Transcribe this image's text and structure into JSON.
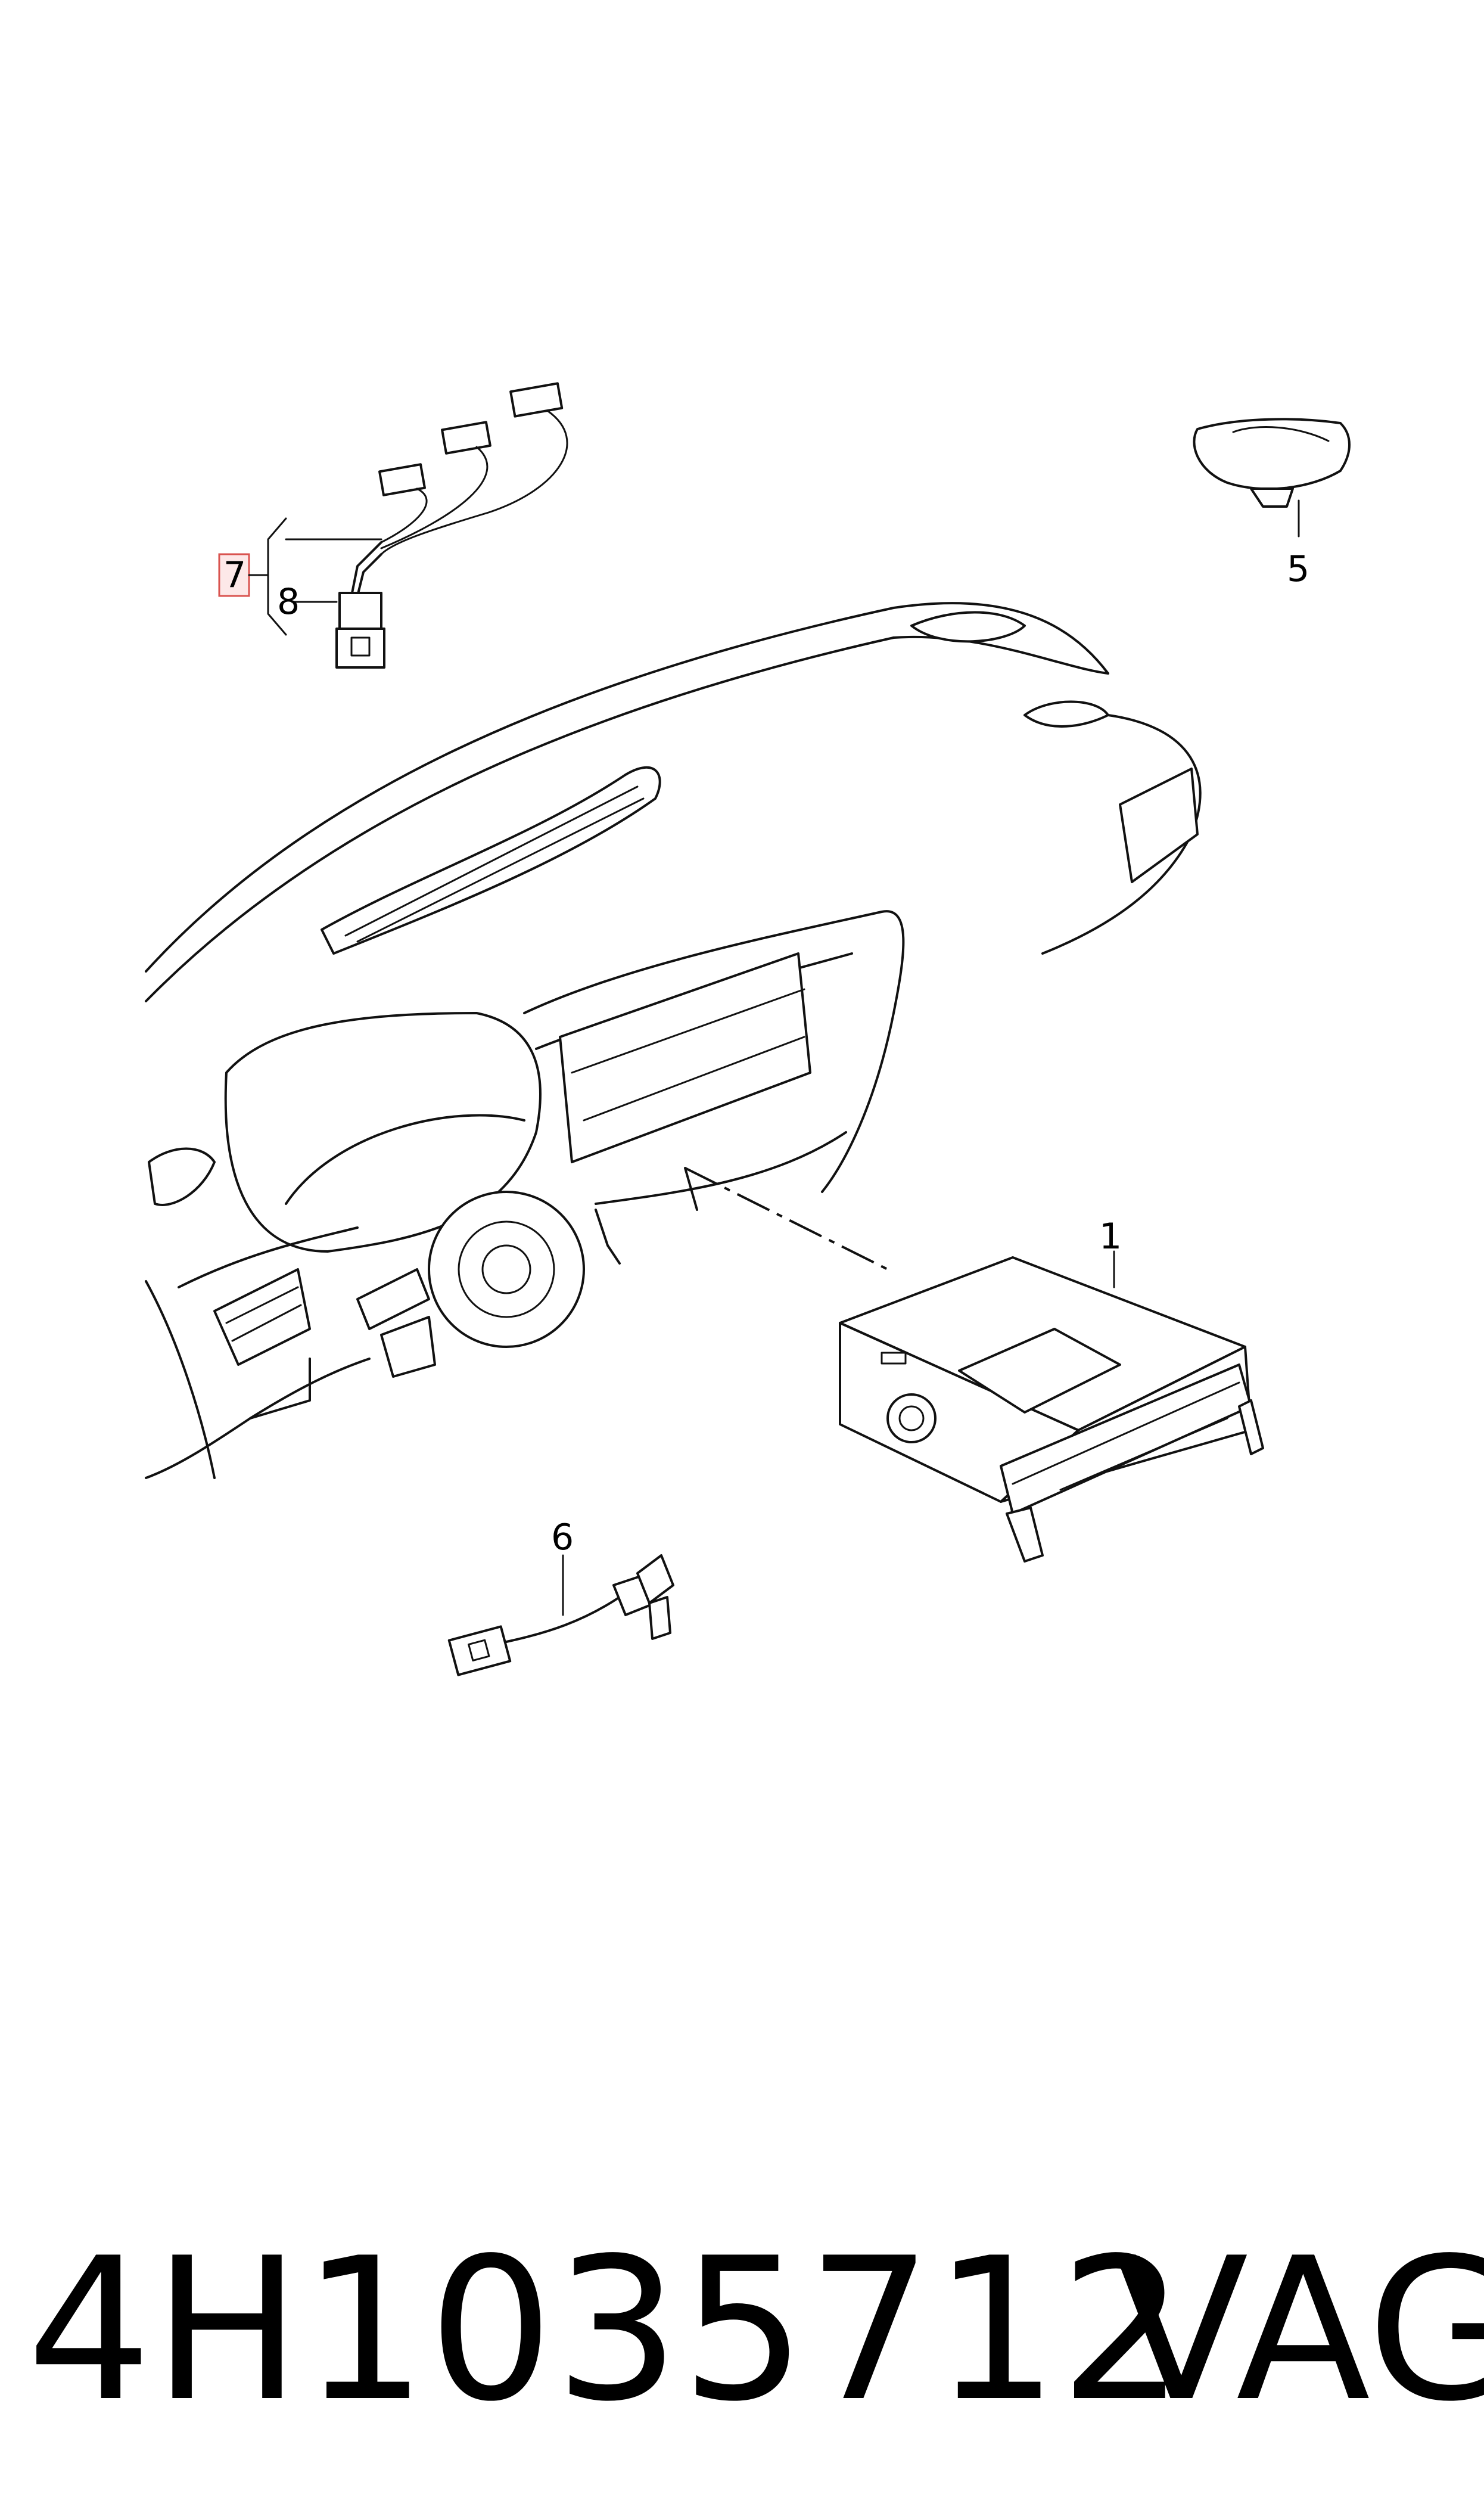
{
  "callouts": {
    "c1": "1",
    "c5": "5",
    "c6": "6",
    "c7": "7",
    "c8": "8"
  },
  "highlight_color": "#d9534f",
  "footer": {
    "part_number": "4H1035712",
    "brand": "VAG"
  }
}
